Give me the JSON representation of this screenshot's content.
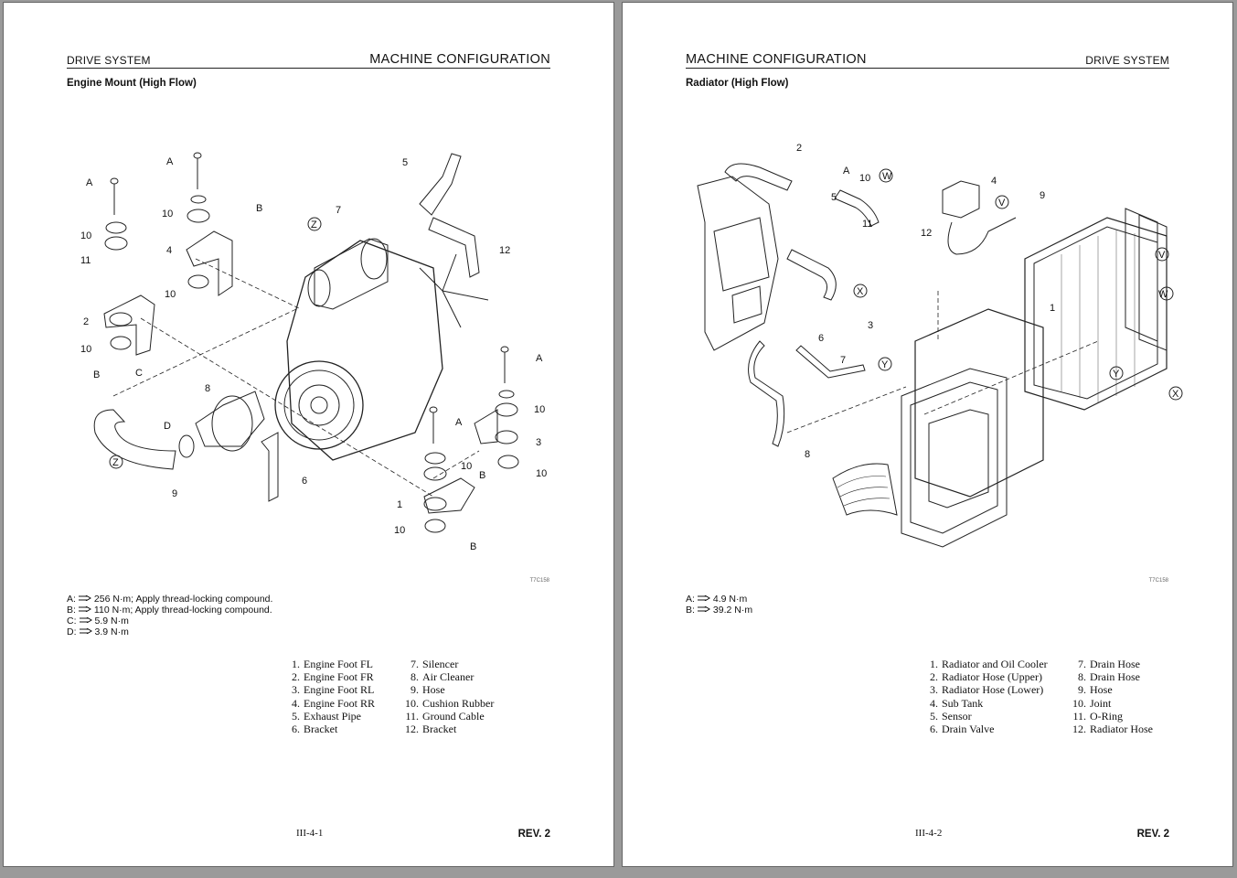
{
  "left": {
    "header_left": "DRIVE SYSTEM",
    "header_right": "MACHINE CONFIGURATION",
    "title": "Engine Mount (High Flow)",
    "figure_code": "T7C158",
    "callouts": [
      "A",
      "A",
      "A",
      "A",
      "B",
      "B",
      "B",
      "B",
      "C",
      "D",
      "Z",
      "Z",
      "1",
      "2",
      "3",
      "4",
      "5",
      "6",
      "7",
      "8",
      "9",
      "10",
      "10",
      "10",
      "10",
      "10",
      "10",
      "10",
      "10",
      "11",
      "12"
    ],
    "torque": [
      {
        "key": "A:",
        "text": "256 N·m; Apply thread-locking compound."
      },
      {
        "key": "B:",
        "text": "110 N·m; Apply thread-locking compound."
      },
      {
        "key": "C:",
        "text": "5.9 N·m"
      },
      {
        "key": "D:",
        "text": "3.9 N·m"
      }
    ],
    "parts_col1": [
      {
        "n": "1.",
        "t": "Engine Foot FL"
      },
      {
        "n": "2.",
        "t": "Engine Foot FR"
      },
      {
        "n": "3.",
        "t": "Engine Foot RL"
      },
      {
        "n": "4.",
        "t": "Engine Foot RR"
      },
      {
        "n": "5.",
        "t": "Exhaust Pipe"
      },
      {
        "n": "6.",
        "t": "Bracket"
      }
    ],
    "parts_col2": [
      {
        "n": "7.",
        "t": "Silencer"
      },
      {
        "n": "8.",
        "t": "Air Cleaner"
      },
      {
        "n": "9.",
        "t": "Hose"
      },
      {
        "n": "10.",
        "t": "Cushion Rubber"
      },
      {
        "n": "11.",
        "t": "Ground Cable"
      },
      {
        "n": "12.",
        "t": "Bracket"
      }
    ],
    "page_number": "III-4-1",
    "revision": "REV. 2"
  },
  "right": {
    "header_left": "MACHINE CONFIGURATION",
    "header_right": "DRIVE SYSTEM",
    "title": "Radiator (High Flow)",
    "figure_code": "T7C158",
    "callouts": [
      "1",
      "2",
      "3",
      "4",
      "5",
      "6",
      "7",
      "8",
      "9",
      "10",
      "11",
      "12",
      "A",
      "W",
      "W",
      "V",
      "V",
      "X",
      "X",
      "Y",
      "Y"
    ],
    "torque": [
      {
        "key": "A:",
        "text": "4.9 N·m"
      },
      {
        "key": "B:",
        "text": "39.2 N·m"
      }
    ],
    "parts_col1": [
      {
        "n": "1.",
        "t": "Radiator and Oil Cooler"
      },
      {
        "n": "2.",
        "t": "Radiator Hose (Upper)"
      },
      {
        "n": "3.",
        "t": "Radiator Hose (Lower)"
      },
      {
        "n": "4.",
        "t": "Sub Tank"
      },
      {
        "n": "5.",
        "t": "Sensor"
      },
      {
        "n": "6.",
        "t": "Drain Valve"
      }
    ],
    "parts_col2": [
      {
        "n": "7.",
        "t": "Drain Hose"
      },
      {
        "n": "8.",
        "t": "Drain Hose"
      },
      {
        "n": "9.",
        "t": "Hose"
      },
      {
        "n": "10.",
        "t": "Joint"
      },
      {
        "n": "11.",
        "t": "O-Ring"
      },
      {
        "n": "12.",
        "t": "Radiator Hose"
      }
    ],
    "page_number": "III-4-2",
    "revision": "REV. 2"
  }
}
